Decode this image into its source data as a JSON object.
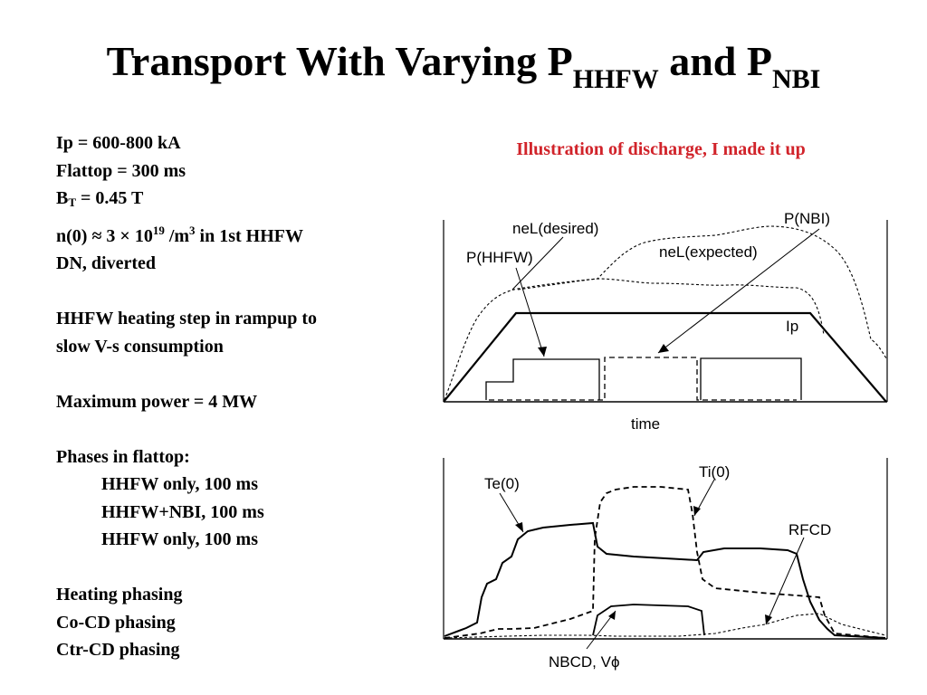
{
  "slide": {
    "title_main": "Transport With Varying P",
    "title_sub1": "HHFW",
    "title_mid": " and P",
    "title_sub2": "NBI",
    "note": "Illustration of discharge, I made it up"
  },
  "params": {
    "ip": "Ip = 600-800 kA",
    "flattop": "Flattop = 300 ms",
    "bt_b": "B",
    "bt_sub": "T",
    "bt_rest": " = 0.45 T",
    "n0_a": "n(0) ≈ 3 × 10",
    "n0_exp": "19",
    "n0_b": " /m",
    "n0_exp2": "3",
    "n0_c": " in 1st HHFW",
    "dn": "DN, diverted"
  },
  "notes": {
    "step1": "HHFW heating step in rampup to",
    "step2": "slow V-s consumption",
    "max_power": "Maximum power = 4 MW",
    "phases_header": "Phases in flattop:",
    "phases": [
      "HHFW only, 100 ms",
      "HHFW+NBI, 100 ms",
      "HHFW only, 100 ms"
    ],
    "phasing": [
      "Heating phasing",
      "Co-CD phasing",
      "Ctr-CD phasing"
    ]
  },
  "diagram": {
    "top_labels": {
      "nel_desired": "neL(desired)",
      "pnbi": "P(NBI)",
      "nel_expected": "neL(expected)",
      "phhfw": "P(HHFW)",
      "ip": "Ip",
      "time": "time"
    },
    "bottom_labels": {
      "te0": "Te(0)",
      "ti0": "Ti(0)",
      "rfcd": "RFCD",
      "nbcd": "NBCD, Vϕ"
    }
  }
}
